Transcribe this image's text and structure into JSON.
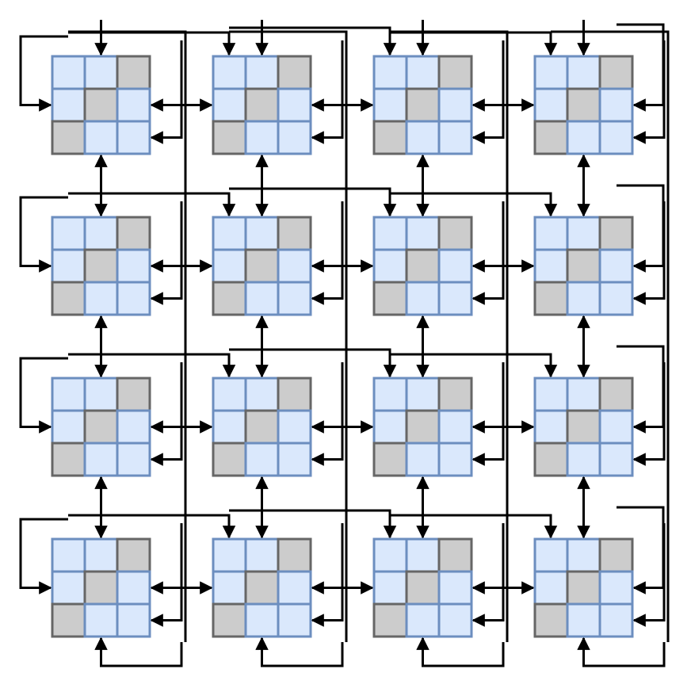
{
  "diagram": {
    "kind": "grid-interconnect",
    "grid": {
      "rows": 4,
      "cols": 4
    },
    "tile": {
      "cells_per_side": 3,
      "gray_cells": [
        [
          0,
          2
        ],
        [
          1,
          1
        ],
        [
          2,
          0
        ]
      ]
    },
    "colors": {
      "background": "#ffffff",
      "cell_fill": "#dae8fc",
      "cell_stroke": "#6c8ebf",
      "gray_fill": "#cccccc",
      "gray_stroke": "#666666",
      "wire": "#000000"
    },
    "links": {
      "horizontal_neighbor": "bidirectional",
      "vertical_neighbor": "bidirectional",
      "row_wraparound": true,
      "column_wraparound": true
    }
  }
}
